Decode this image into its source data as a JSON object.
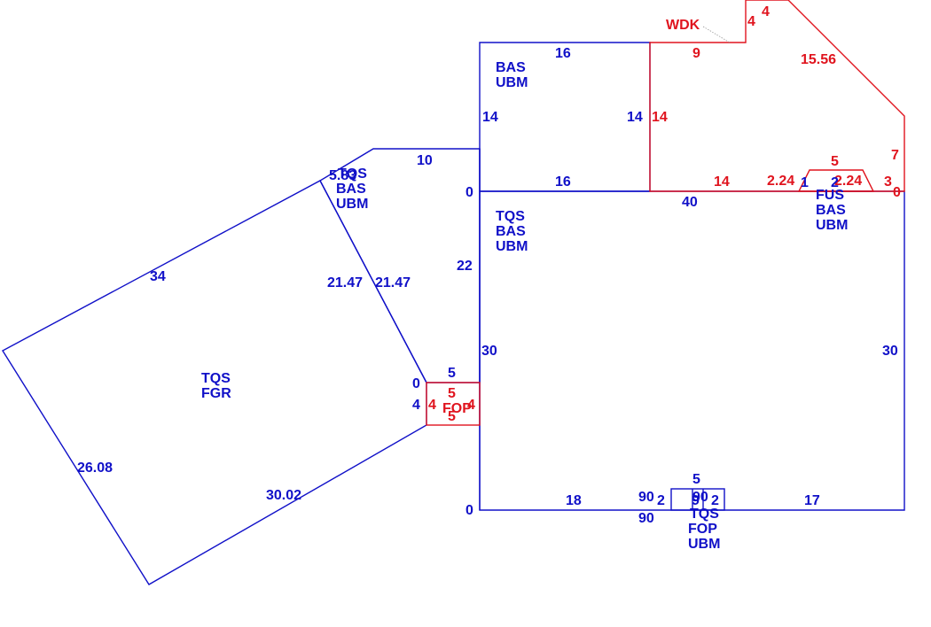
{
  "colors": {
    "primary": "#1010c8",
    "accent": "#e0141e"
  },
  "areas": {
    "bas_upper": {
      "line1": "BAS",
      "line2": "UBM"
    },
    "tqs_main": {
      "line1": "TQS",
      "line2": "BAS",
      "line3": "UBM"
    },
    "tqs_angled": {
      "line1": "TQS",
      "line2": "BAS",
      "line3": "UBM"
    },
    "tqs_fgr": {
      "line1": "TQS",
      "line2": "FGR"
    },
    "fus": {
      "line1": "FUS",
      "line2": "BAS",
      "line3": "UBM"
    },
    "fop_small": {
      "line1": "FOP"
    },
    "wdk": {
      "line1": "WDK"
    },
    "tqs_fop": {
      "line1": "TQS",
      "line2": "FOP",
      "line3": "UBM"
    }
  },
  "dims": {
    "bas_top": "16",
    "bas_left": "14",
    "bas_right": "14",
    "bas_bottom": "16",
    "main_left": "30",
    "main_right": "30",
    "main_top": "40",
    "main_bottom_left": "18",
    "main_bottom_right": "17",
    "upper_left_22": "22",
    "zero_top": "0",
    "zero_bottom": "0",
    "angled_top": "10",
    "angled_corner": "5.83",
    "angled_diag_a": "21.47",
    "angled_diag_b": "21.47",
    "fgr_top": "34",
    "fgr_left": "26.08",
    "fgr_bottom": "30.02",
    "fop_zero": "0",
    "fop_left_blue": "4",
    "fop_top_blue": "5",
    "fop_left": "4",
    "fop_top": "5",
    "fop_right": "4",
    "fop_bottom": "5",
    "wdk_bottom": "9",
    "wdk_left": "14",
    "wdk_step_v": "4",
    "wdk_step_h": "4",
    "wdk_diag": "15.56",
    "wdk_right": "7",
    "wdk_inner_bottom": "14",
    "wdk_right_small": "3",
    "wdk_right_zero": "0",
    "fus_top": "5",
    "fus_left_diag": "2.24",
    "fus_right_diag": "2.24",
    "fus_bottom_a": "1",
    "fus_bottom_b": "2",
    "bay_top": "5",
    "bay_angle_a": "90",
    "bay_angle_b": "90",
    "bay_angle_c": "90",
    "bay_left": "2",
    "bay_mid": "9",
    "bay_right": "2"
  }
}
